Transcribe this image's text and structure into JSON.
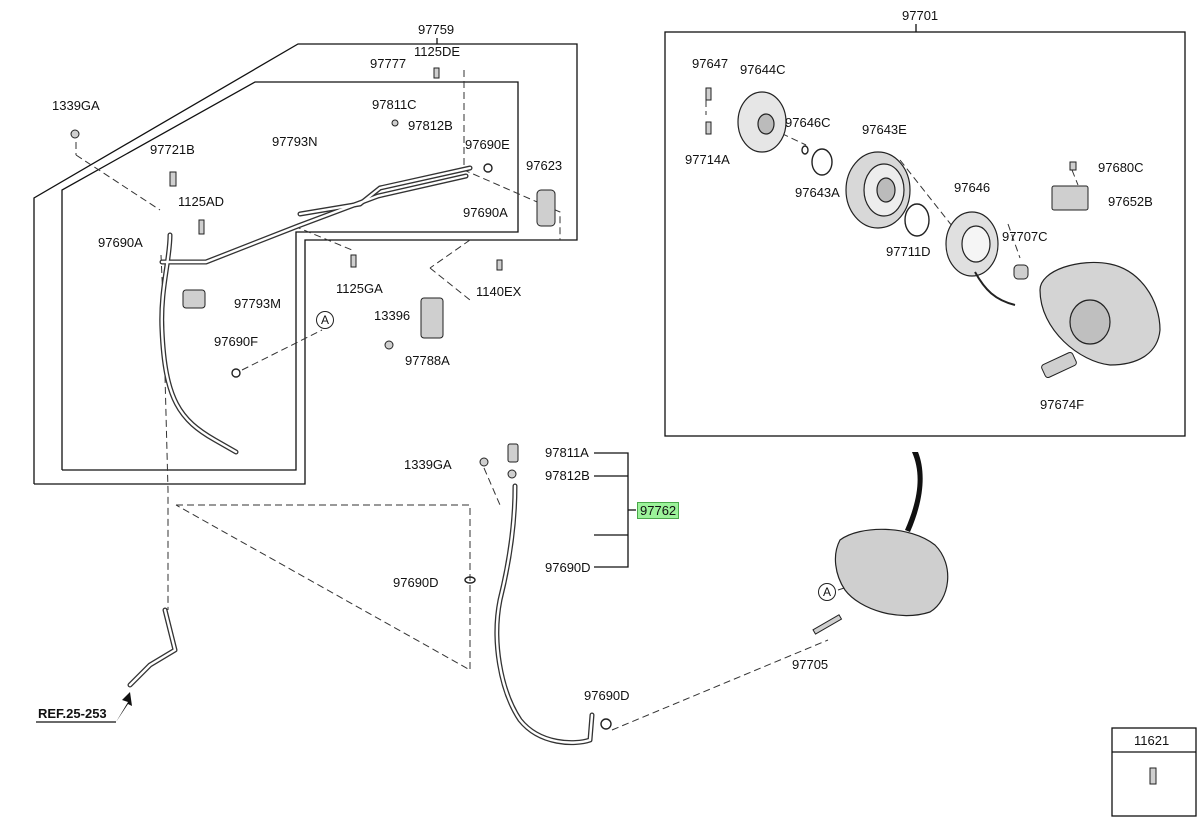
{
  "parts": {
    "p97759": "97759",
    "p1125DE": "1125DE",
    "p97777": "97777",
    "p1339GA_top": "1339GA",
    "p97811C": "97811C",
    "p97812B_top": "97812B",
    "p97721B": "97721B",
    "p97793N": "97793N",
    "p97690E": "97690E",
    "p97623": "97623",
    "p1125AD": "1125AD",
    "p97690A_left": "97690A",
    "p97690A_right": "97690A",
    "p97793M": "97793M",
    "p1125GA": "1125GA",
    "p1140EX": "1140EX",
    "p13396": "13396",
    "p97788A": "97788A",
    "p97690F": "97690F",
    "p1339GA_mid": "1339GA",
    "p97811A": "97811A",
    "p97812B_mid": "97812B",
    "p97762": "97762",
    "p97690D_upper": "97690D",
    "p97690D_right": "97690D",
    "p97690D_lower": "97690D",
    "p97705": "97705",
    "p97701": "97701",
    "p97647": "97647",
    "p97644C": "97644C",
    "p97646C": "97646C",
    "p97714A": "97714A",
    "p97643E": "97643E",
    "p97643A": "97643A",
    "p97680C": "97680C",
    "p97652B": "97652B",
    "p97646": "97646",
    "p97711D": "97711D",
    "p97707C": "97707C",
    "p97674F": "97674F",
    "p11621": "11621"
  },
  "ref": "REF.25-253",
  "callouts": {
    "a1": "A",
    "a2": "A"
  },
  "highlight_color": "#9cf29a"
}
